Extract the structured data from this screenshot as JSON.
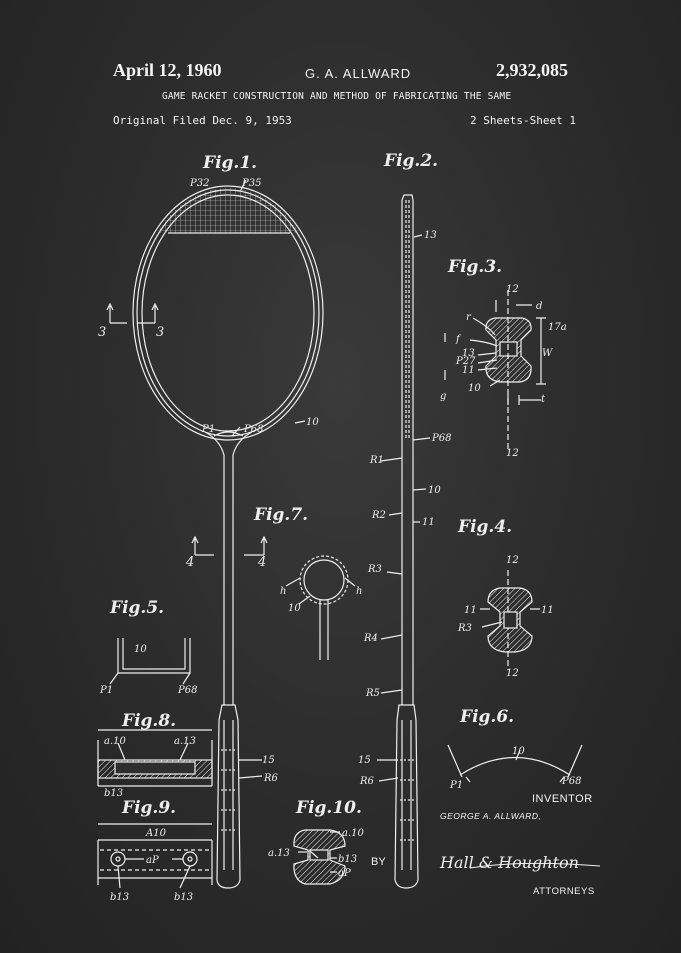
{
  "header": {
    "date": "April 12, 1960",
    "inventor_short": "G. A. ALLWARD",
    "patent_number": "2,932,085",
    "title": "GAME RACKET CONSTRUCTION AND METHOD OF FABRICATING THE SAME",
    "filed": "Original Filed Dec. 9, 1953",
    "sheet": "2 Sheets-Sheet 1"
  },
  "figures": {
    "fig1": "Fig.1.",
    "fig2": "Fig.2.",
    "fig3": "Fig.3.",
    "fig4": "Fig.4.",
    "fig5": "Fig.5.",
    "fig6": "Fig.6.",
    "fig7": "Fig.7.",
    "fig8": "Fig.8.",
    "fig9": "Fig.9.",
    "fig10": "Fig.10."
  },
  "labels": {
    "p32": "P32",
    "p35": "P35",
    "n3a": "3",
    "n3b": "3",
    "p1": "P1",
    "p68": "P68",
    "n10": "10",
    "n13": "13",
    "r1": "R1",
    "n10b": "10",
    "r2": "R2",
    "n11": "11",
    "r3": "R3",
    "r4": "R4",
    "r5": "R5",
    "n15": "15",
    "r6": "R6",
    "p68b": "P68",
    "f3_12": "12",
    "f3_d": "d",
    "f3_r": "r",
    "f3_f": "f",
    "f3_17a": "17a",
    "f3_13": "13",
    "f3_p27": "P27",
    "f3_11": "11",
    "f3_w": "W",
    "f3_g": "g",
    "f3_10": "10",
    "f3_t": "t",
    "f3_12b": "12",
    "f4_12": "12",
    "f4_11a": "11",
    "f4_11b": "11",
    "f4_r3": "R3",
    "f4_12b": "12",
    "n4a": "4",
    "n4b": "4",
    "f7_h1": "h",
    "f7_h2": "h",
    "f7_10": "10",
    "f5_10": "10",
    "f5_p1": "P1",
    "f5_p68": "P68",
    "f8_a10": "a.10",
    "f8_a13": "a.13",
    "f8_b13": "b13",
    "f9_a10": "A10",
    "f9_ap": "aP",
    "f9_b13a": "b13",
    "f9_b13b": "b13",
    "f10_a10": "a.10",
    "f10_a13": "a.13",
    "f10_b13": "b13",
    "f10_ap": "aP",
    "f6_10": "10",
    "f6_p1": "P1",
    "f6_p68": "P68",
    "n15b": "15",
    "r6b": "R6"
  },
  "footer": {
    "inventor_label": "INVENTOR",
    "inventor_name": "GEORGE A. ALLWARD,",
    "by": "BY",
    "signature": "Hall & Houghton",
    "attorneys": "ATTORNEYS"
  }
}
